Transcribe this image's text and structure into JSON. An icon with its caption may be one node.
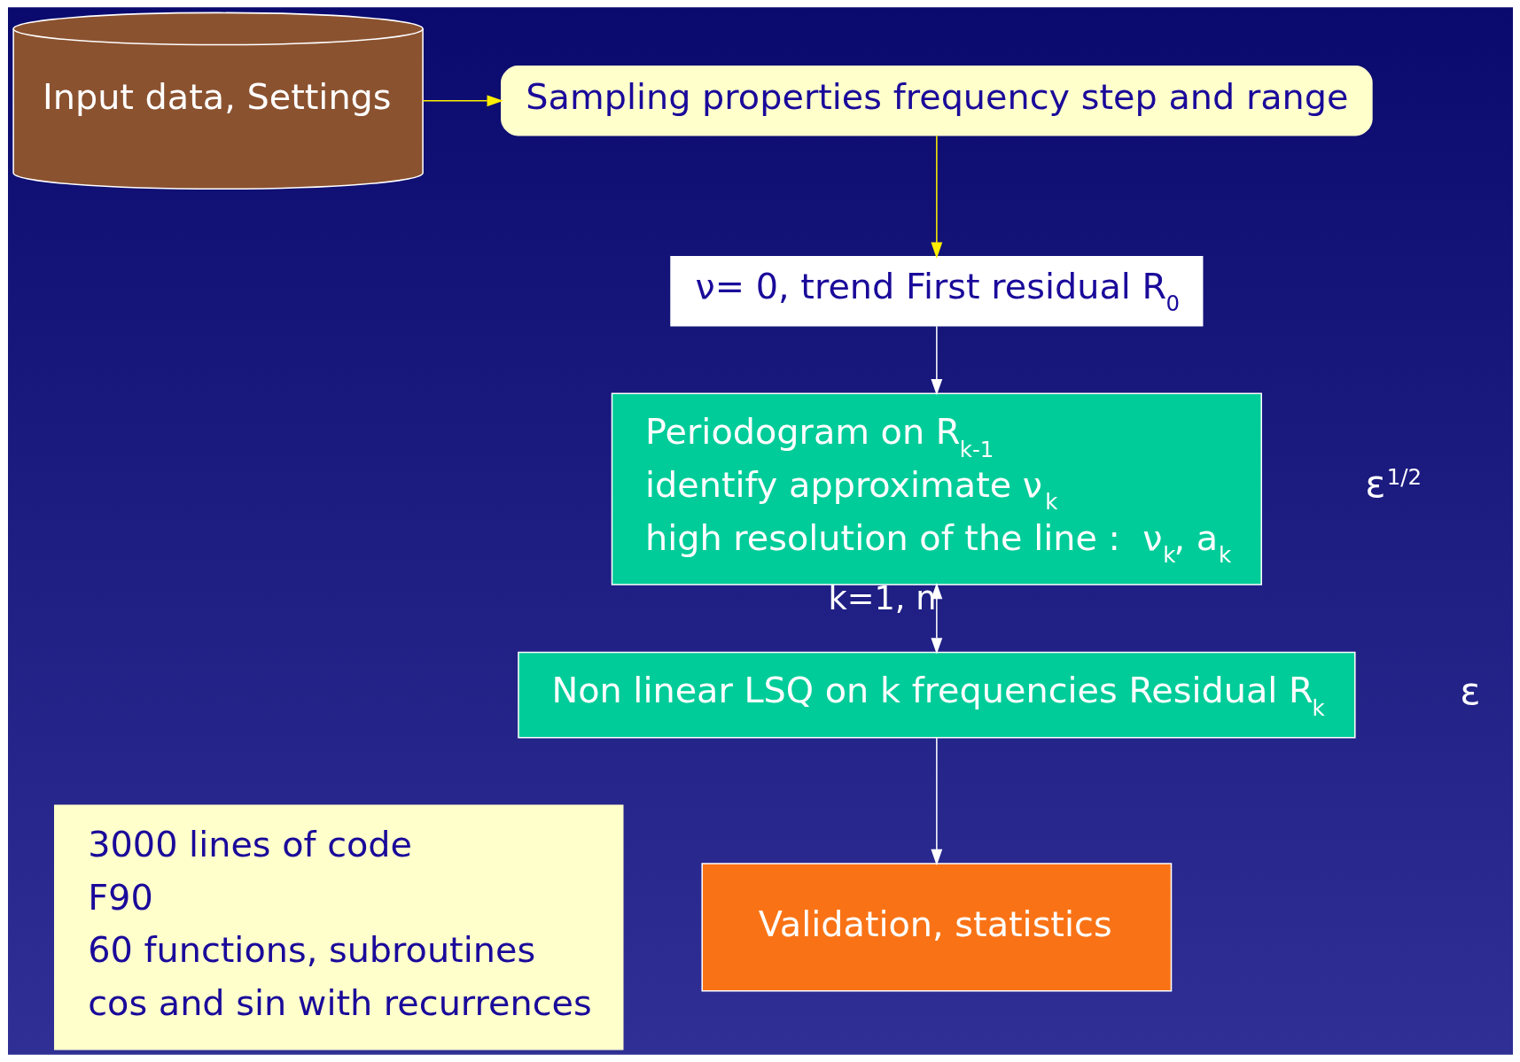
{
  "diagram": {
    "nodes": [
      {
        "text": [
          "Input data, Settings"
        ]
      },
      {
        "text": [
          "Sampling properties frequency step and range"
        ]
      },
      {
        "text": [
          "ν= 0, trend First residual R$_{0}$"
        ]
      },
      {
        "text": [
          "Periodogram on R$_{k-1}$",
          "identify approximate ν$_{k}$",
          "high resolution of the line :  ν$_{k}$, a$_{k}$"
        ]
      },
      {
        "text": [
          "Non linear LSQ on k frequencies Residual R$_{k}$"
        ]
      },
      {
        "text": [
          "Validation, statistics"
        ]
      },
      {
        "text": [
          "3000 lines of code",
          "F90",
          "60 functions, subroutines",
          "cos and sin with recurrences"
        ]
      }
    ],
    "edges": [
      {
        "from": 0,
        "to": 1,
        "arrow": "to",
        "color": "#ffee00"
      },
      {
        "from": 1,
        "to": 2,
        "arrow": "to",
        "color": "#ffee00"
      },
      {
        "from": 2,
        "to": 3,
        "arrow": "to"
      },
      {
        "from": 3,
        "to": 4,
        "arrow": "both",
        "label": "k=1, n"
      },
      {
        "from": 4,
        "to": 5,
        "arrow": "to"
      }
    ],
    "labels": [
      "ε$^{1/2}$",
      "ε"
    ]
  }
}
